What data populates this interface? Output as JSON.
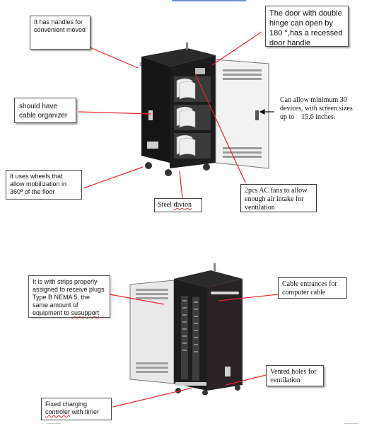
{
  "accent_line_color": "#e8262b",
  "callouts_top": {
    "handles": "It has handles for convenient moved",
    "door": "The door with double hinge can open by 180 °,has a recessed door handle",
    "cable_organizer": "should have cable organizer",
    "devices": "Can allow minimum 30 devices, with screen sizes up to    15.6 inches.",
    "wheels": "It uses wheels that allow mobilization in 360º of the floor",
    "fans": "2pcs AC fans to allow enough air intake for ventilation",
    "steel_prefix": "Steel ",
    "steel_squiggle": "divion"
  },
  "callouts_bottom": {
    "strips_main": "It is with strips properly assigned to receive plugs Type B NEMA 5, the same amount of equipment to ",
    "strips_squiggle": "susupport",
    "cable_entrances": "Cable entrances for computer cable",
    "vented": "Vented holes for ventilation",
    "fixed_line1": "Fixed charging ",
    "fixed_squiggle": "controler",
    "fixed_line2_rest": " with timer"
  }
}
